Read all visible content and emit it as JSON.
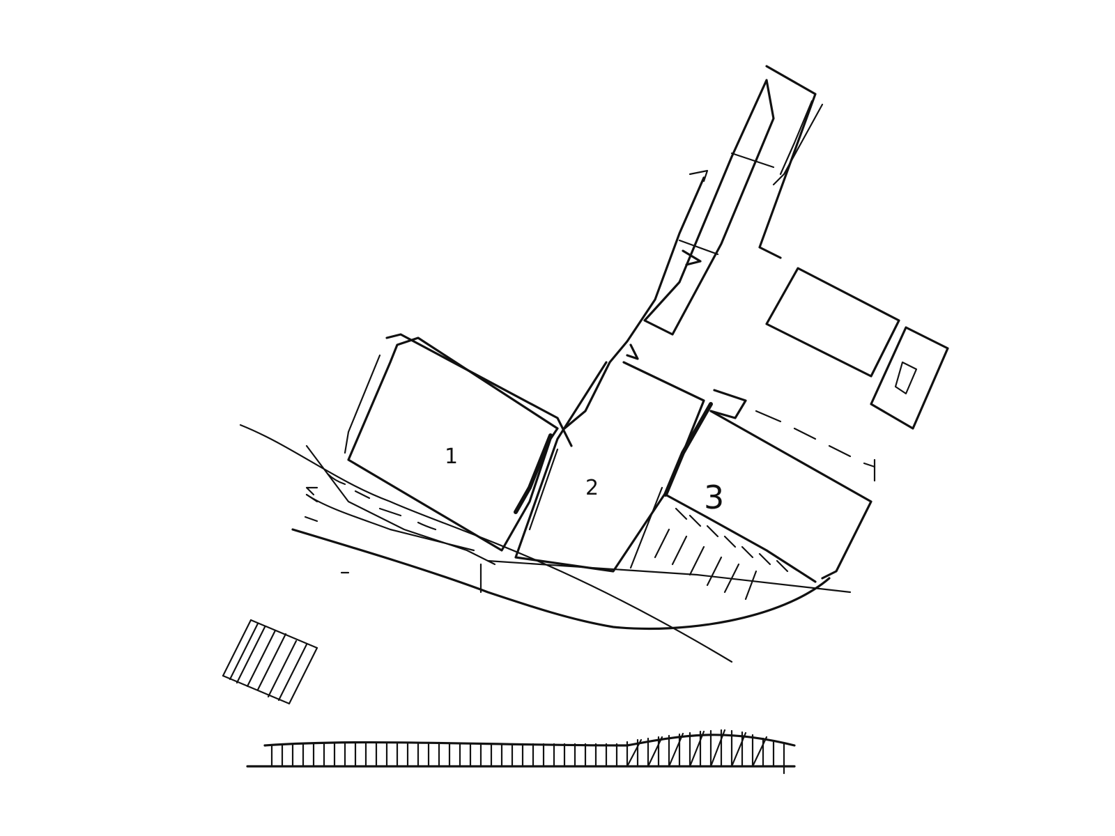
{
  "sketch": {
    "ink_color": "#111111",
    "background": "#ffffff",
    "zones": [
      {
        "id": "zone-1",
        "label": "1"
      },
      {
        "id": "zone-2",
        "label": "2"
      },
      {
        "id": "zone-3",
        "label": "3"
      }
    ]
  }
}
